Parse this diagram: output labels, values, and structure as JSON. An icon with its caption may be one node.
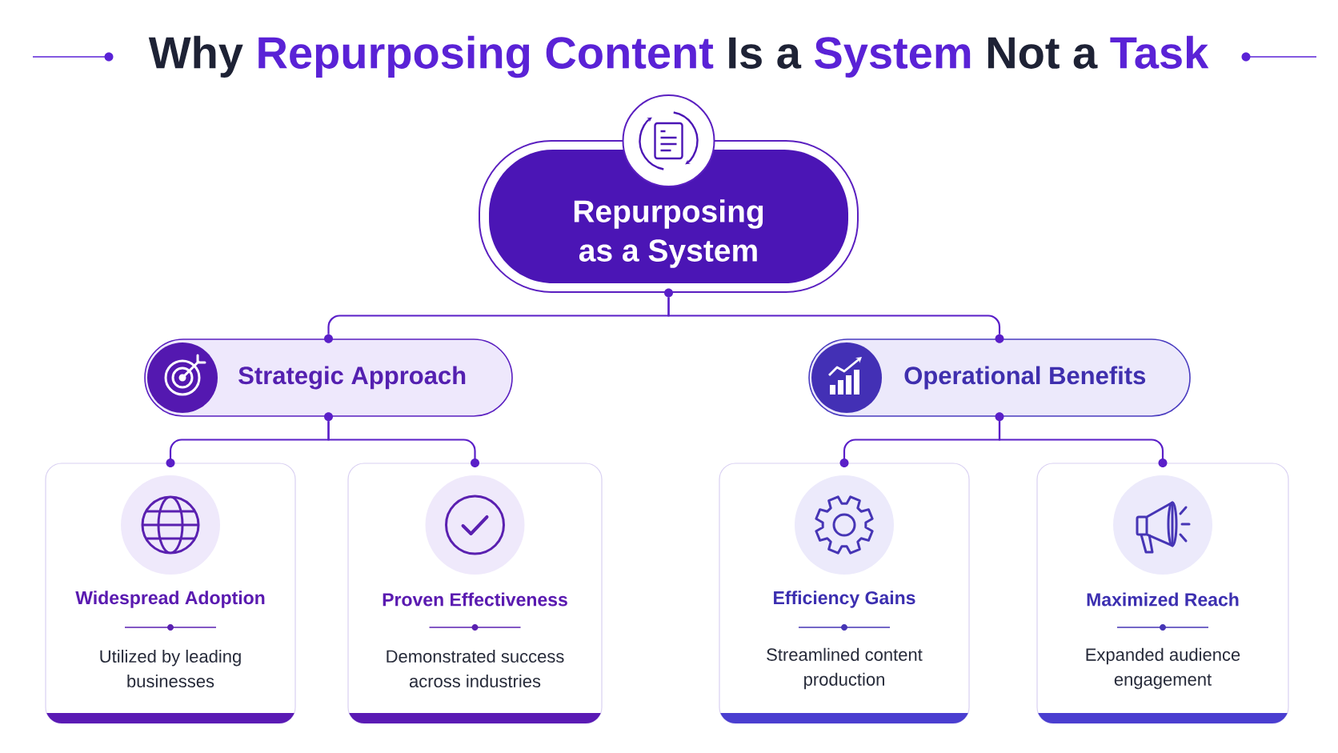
{
  "diagram": {
    "title": "Why Repurposing Content Is a System Not a Task",
    "nodes": [
      {
        "text": [
          "Repurposing as a System"
        ]
      },
      {
        "text": [
          "Strategic Approach"
        ]
      },
      {
        "text": [
          "Operational Benefits"
        ]
      },
      {
        "text": [
          "Widespread Adoption",
          "Utilized by leading businesses"
        ]
      },
      {
        "text": [
          "Proven Effectiveness",
          "Demonstrated success across industries"
        ]
      },
      {
        "text": [
          "Efficiency Gains",
          "Streamlined content production"
        ]
      },
      {
        "text": [
          "Maximized Reach",
          "Expanded audience engagement"
        ]
      }
    ],
    "edges": [
      {
        "from": 0,
        "to": 1,
        "arrow": "none"
      },
      {
        "from": 0,
        "to": 2,
        "arrow": "none"
      },
      {
        "from": 1,
        "to": 3,
        "arrow": "none"
      },
      {
        "from": 1,
        "to": 4,
        "arrow": "none"
      },
      {
        "from": 2,
        "to": 5,
        "arrow": "none"
      },
      {
        "from": 2,
        "to": 6,
        "arrow": "none"
      }
    ]
  }
}
